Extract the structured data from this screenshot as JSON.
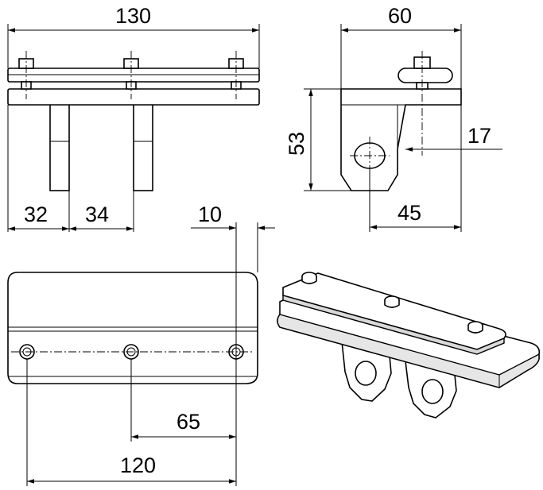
{
  "drawing": {
    "dimensions": {
      "front_width": "130",
      "side_width": "60",
      "side_height": "53",
      "side_offset": "17",
      "side_hole": "45",
      "leg_left": "32",
      "leg_spacing": "34",
      "edge_offset": "10",
      "hole_spacing": "65",
      "hole_span": "120"
    }
  }
}
